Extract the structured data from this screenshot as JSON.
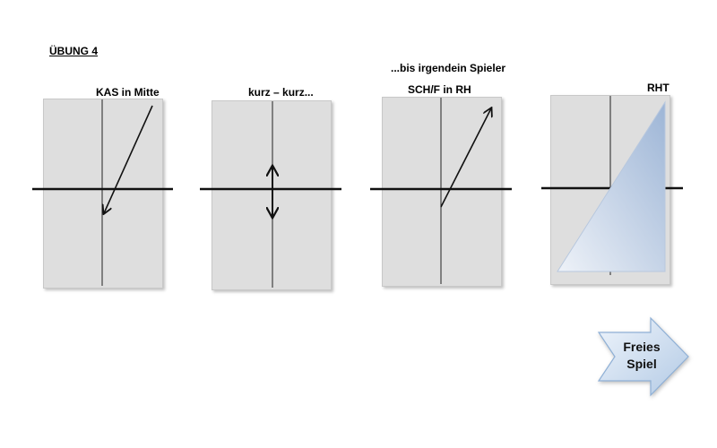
{
  "exercise_title": "ÜBUNG 4",
  "top_note": "...bis irgendein Spieler",
  "diagrams": [
    {
      "label": "KAS in Mitte"
    },
    {
      "label": "kurz – kurz..."
    },
    {
      "label": "SCH/F in RH"
    },
    {
      "label": "RHT"
    }
  ],
  "next_button": {
    "line1": "Freies",
    "line2": "Spiel"
  },
  "colors": {
    "court": "#dedede",
    "line": "#111111",
    "triangle_light": "#e8eef7",
    "triangle_dark": "#9fb7d7",
    "button_light": "#e6eef8",
    "button_dark": "#b7cde6"
  }
}
